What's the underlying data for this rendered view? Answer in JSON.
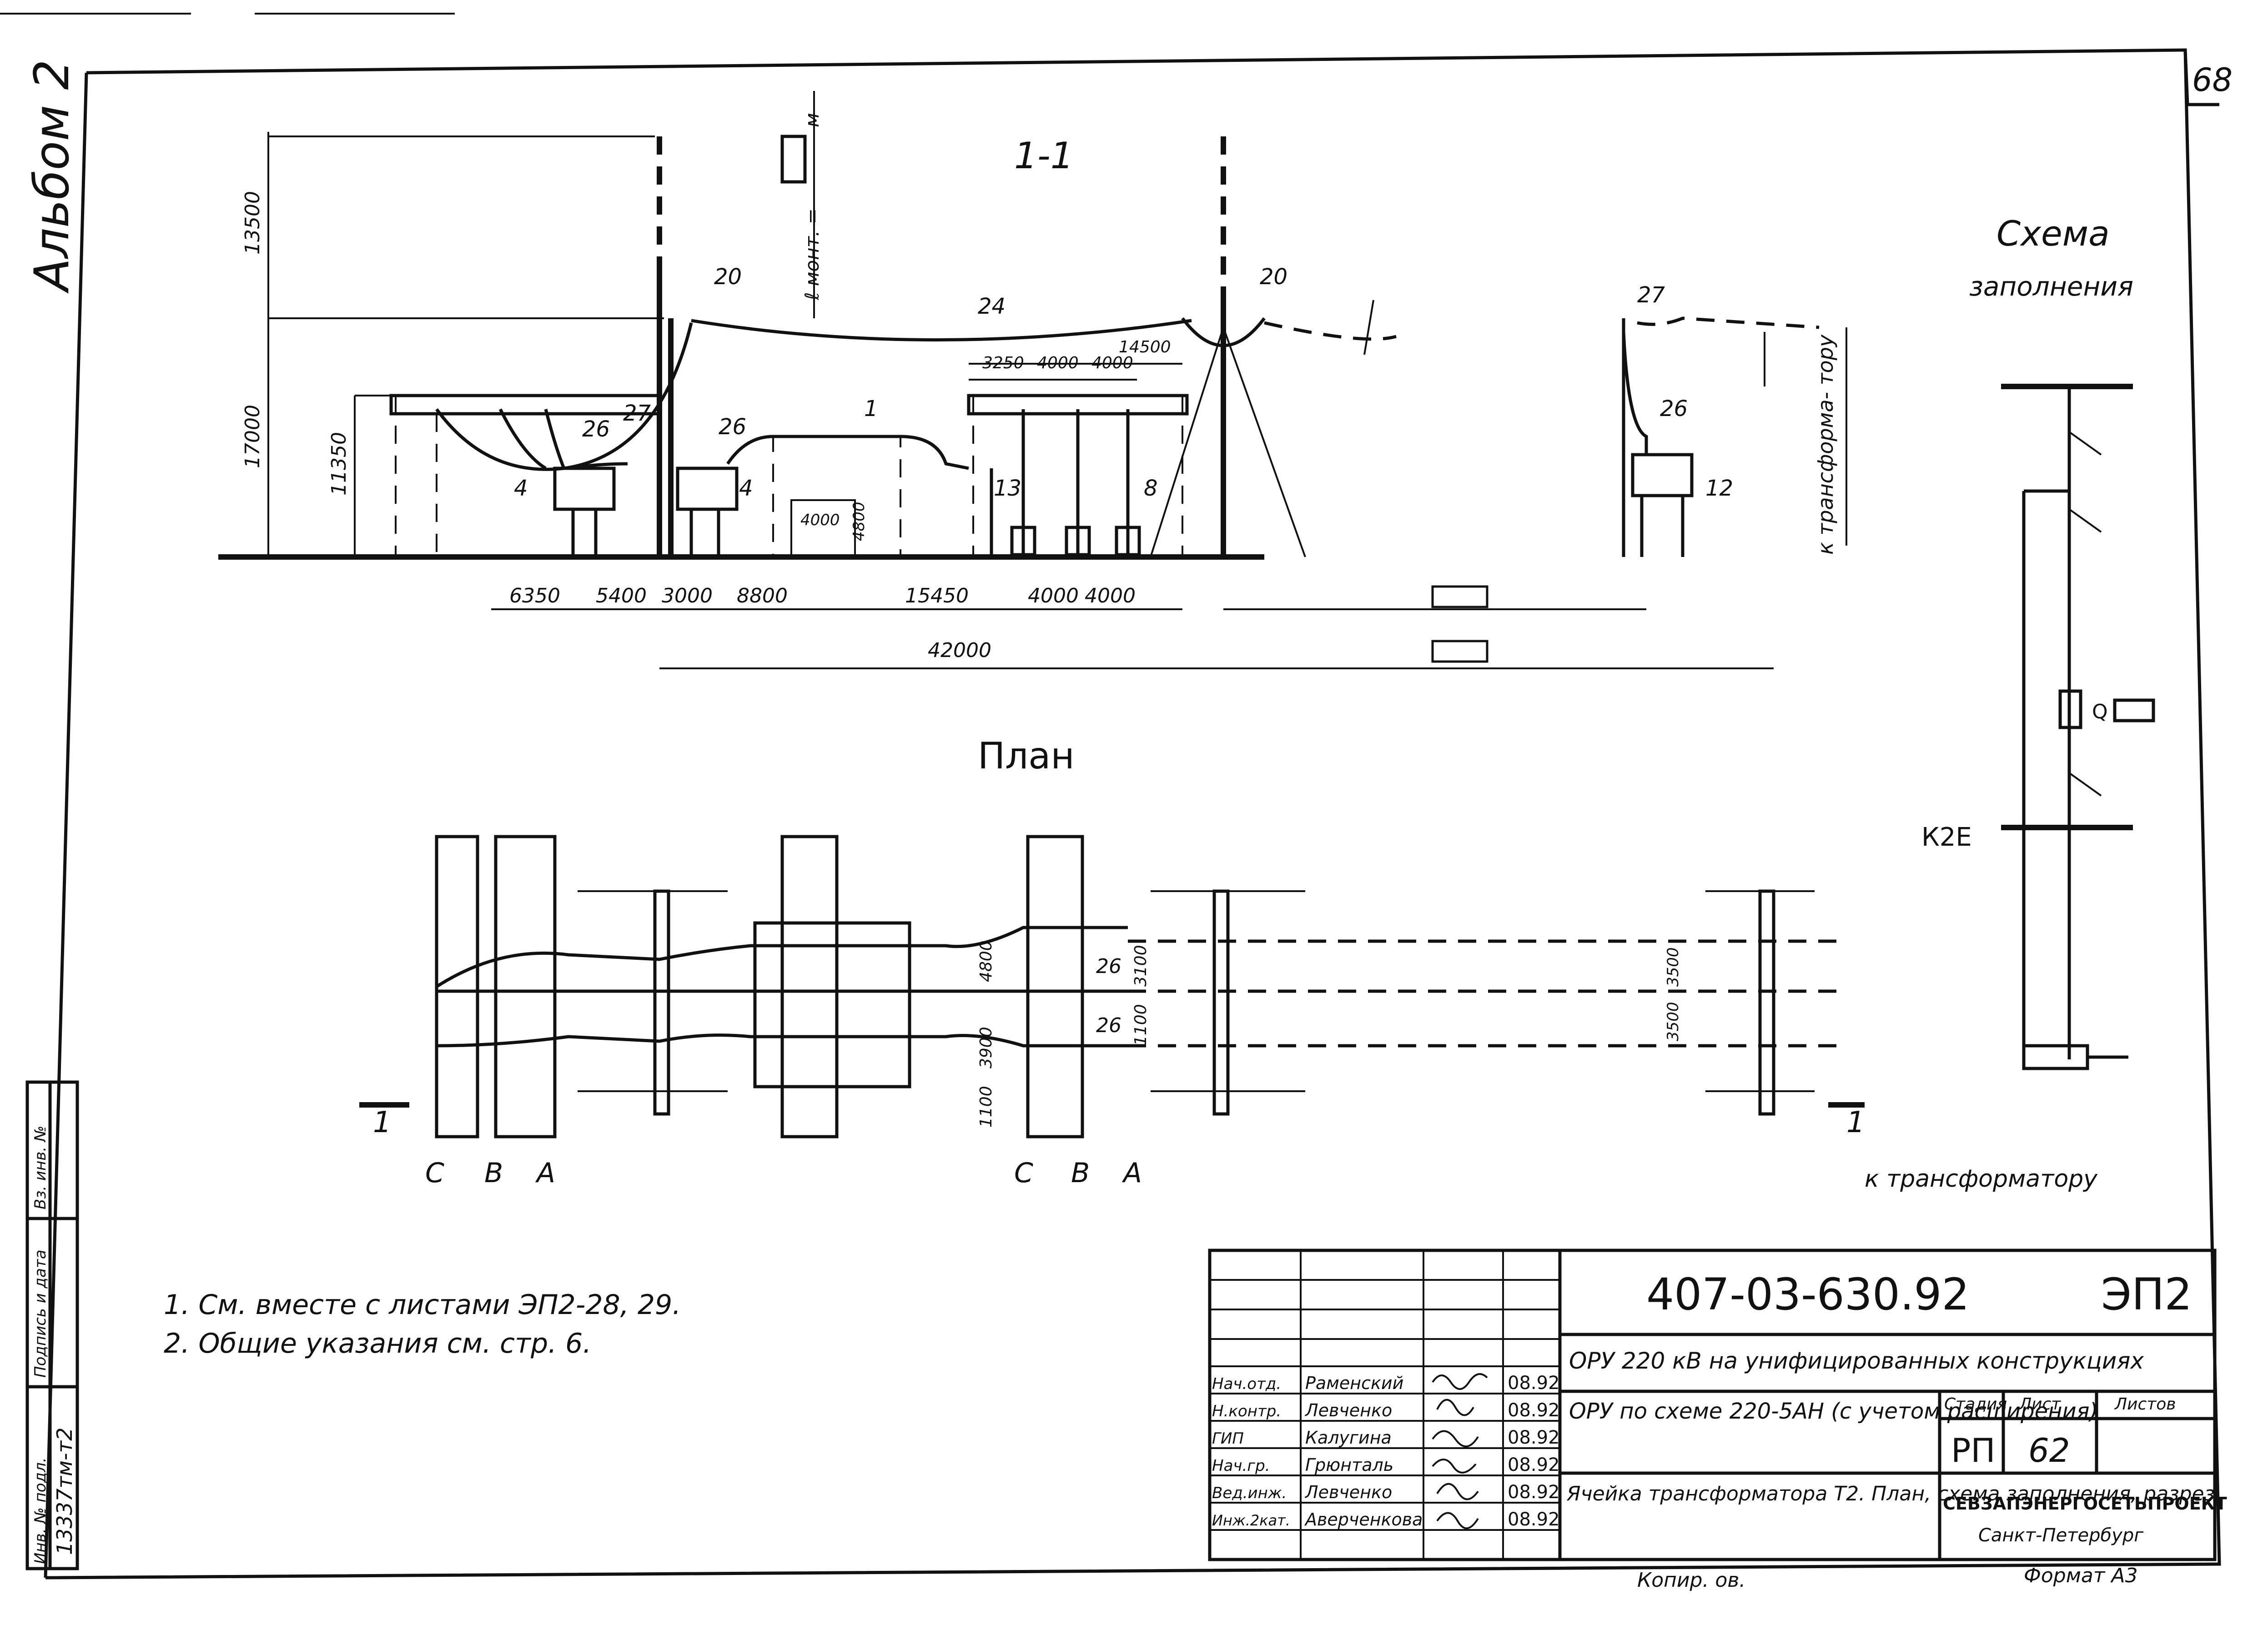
{
  "sheet_number": "68",
  "album_label": "Альбом 2",
  "section": {
    "title": "1-1",
    "callouts": [
      "20",
      "20",
      "24",
      "1",
      "27",
      "27",
      "26",
      "26",
      "26",
      "4",
      "4",
      "13",
      "8",
      "12"
    ],
    "vertical_dims": [
      "13500",
      "17000",
      "11350"
    ],
    "mount_label": "ℓ монт. =",
    "mount_unit": "м",
    "span_dims": [
      "3250",
      "4000",
      "4000",
      "14500"
    ],
    "inner_dims": [
      "4000",
      "4800"
    ],
    "bottom_dims": [
      "6350",
      "5400",
      "3000",
      "8800",
      "15450",
      "4000",
      "4000"
    ],
    "total_dim": "42000",
    "to_transformer_vertical": "к трансформа- тору"
  },
  "plan": {
    "title": "План",
    "phase_labels_left": [
      "С",
      "В",
      "А"
    ],
    "phase_labels_mid": [
      "С",
      "В",
      "А"
    ],
    "cut_left": "1",
    "cut_right": "1",
    "dims": [
      "4800",
      "3900",
      "1100",
      "3100",
      "1100",
      "3500",
      "3500"
    ],
    "callouts": [
      "26",
      "26"
    ],
    "to_transformer": "к трансформатору"
  },
  "scheme": {
    "title_line1": "Схема",
    "title_line2": "заполнения",
    "bus_label": "К2Е",
    "breaker_label": "Q"
  },
  "notes": [
    "1. См. вместе с листами ЭП2-28, 29.",
    "2. Общие указания  см. стр. 6."
  ],
  "left_strip": {
    "inv_label": "Инв. № подл.",
    "sign_label": "Подпись и дата",
    "inv_dup_label": "Вз. инв. №",
    "inv_value": "13337тм-т2"
  },
  "title_block": {
    "doc_code": "407-03-630.92",
    "doc_mark": "ЭП2",
    "project": "ОРУ 220 кВ на унифицированных конструкциях",
    "scheme_desc": "ОРУ по схеме 220-5АН (с учетом расширения)",
    "sheet_desc": "Ячейка трансформатора Т2. План, схема заполнения, разрез",
    "stage_header": "Стадия",
    "sheet_header": "Лист",
    "sheets_header": "Листов",
    "stage": "РП",
    "sheet": "62",
    "sheets": "",
    "org": "СЕВЗАПЭНЕРГОСЕТЬПРОЕКТ",
    "city": "Санкт-Петербург",
    "staff": [
      {
        "role": "Нач.отд.",
        "name": "Раменский",
        "date": "08.92"
      },
      {
        "role": "Н.контр.",
        "name": "Левченко",
        "date": "08.92"
      },
      {
        "role": "ГИП",
        "name": "Калугина",
        "date": "08.92"
      },
      {
        "role": "Нач.гр.",
        "name": "Грюнталь",
        "date": "08.92"
      },
      {
        "role": "Вед.инж.",
        "name": "Левченко",
        "date": "08.92"
      },
      {
        "role": "Инж.2кат.",
        "name": "Аверченкова",
        "date": "08.92"
      }
    ]
  },
  "footer": {
    "copied": "Копир. ов.",
    "format": "Формат А3"
  }
}
